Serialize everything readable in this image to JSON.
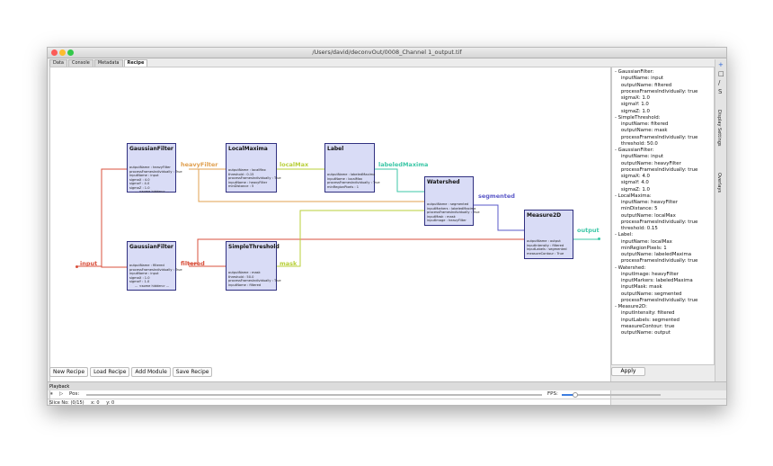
{
  "window": {
    "title": "/Users/david/deconvOut/0008_Channel 1_output.tif"
  },
  "tabs": [
    "Data",
    "Console",
    "Metadata",
    "Recipe"
  ],
  "colors": {
    "input": "#d9503c",
    "filtered": "#d9503c",
    "heavyFilter": "#e0a050",
    "localMax": "#b8cf3a",
    "mask": "#b8cf3a",
    "labeledMaxima": "#3cc7a7",
    "segmented": "#5a58c8",
    "output": "#3cc7a7"
  },
  "nodes": {
    "gf1": {
      "title": "GaussianFilter",
      "props": [
        "outputName : heavyFilter",
        "processFramesIndividually : True",
        "inputName : input",
        "sigmaX : 4.0",
        "sigmaY : 4.0",
        "sigmaZ : 1.0",
        "... <some hidden> ..."
      ]
    },
    "lm": {
      "title": "LocalMaxima",
      "props": [
        "outputName : localMax",
        "threshold : 0.15",
        "processFramesIndividually : True",
        "inputName : heavyFilter",
        "minDistance : 5"
      ]
    },
    "label": {
      "title": "Label",
      "props": [
        "outputName : labeledMaxima",
        "inputName : localMax",
        "processFramesIndividually : True",
        "minRegionPixels : 1"
      ]
    },
    "ws": {
      "title": "Watershed",
      "props": [
        "outputName : segmented",
        "inputMarkers : labeledMaxima",
        "processFramesIndividually : True",
        "inputMask : mask",
        "inputImage : heavyFilter"
      ]
    },
    "m2d": {
      "title": "Measure2D",
      "props": [
        "outputName : output",
        "inputIntensity : filtered",
        "inputLabels : segmented",
        "measureContour : True"
      ]
    },
    "gf2": {
      "title": "GaussianFilter",
      "props": [
        "outputName : filtered",
        "processFramesIndividually : True",
        "inputName : input",
        "sigmaX : 1.0",
        "sigmaY : 1.0",
        "... <some hidden> ..."
      ]
    },
    "st": {
      "title": "SimpleThreshold",
      "props": [
        "outputName : mask",
        "threshold : 50.0",
        "processFramesIndividually : True",
        "inputName : filtered"
      ]
    }
  },
  "wire_labels": {
    "input": "input",
    "filtered": "filtered",
    "heavyFilter": "heavyFilter",
    "localMax": "localMax",
    "mask": "mask",
    "labeledMaxima": "labeledMaxima",
    "segmented": "segmented",
    "output": "output"
  },
  "buttons": {
    "new": "New Recipe",
    "load": "Load Recipe",
    "add": "Add Module",
    "save": "Save Recipe"
  },
  "recipe_text": [
    "- GaussianFilter:",
    "    inputName: input",
    "    outputName: filtered",
    "    processFramesIndividually: true",
    "    sigmaX: 1.0",
    "    sigmaY: 1.0",
    "    sigmaZ: 1.0",
    "- SimpleThreshold:",
    "    inputName: filtered",
    "    outputName: mask",
    "    processFramesIndividually: true",
    "    threshold: 50.0",
    "- GaussianFilter:",
    "    inputName: input",
    "    outputName: heavyFilter",
    "    processFramesIndividually: true",
    "    sigmaX: 4.0",
    "    sigmaY: 4.0",
    "    sigmaZ: 1.0",
    "- LocalMaxima:",
    "    inputName: heavyFilter",
    "    minDistance: 5",
    "    outputName: localMax",
    "    processFramesIndividually: true",
    "    threshold: 0.15",
    "- Label:",
    "    inputName: localMax",
    "    minRegionPixels: 1",
    "    outputName: labeledMaxima",
    "    processFramesIndividually: true",
    "- Watershed:",
    "    inputImage: heavyFilter",
    "    inputMarkers: labeledMaxima",
    "    inputMask: mask",
    "    outputName: segmented",
    "    processFramesIndividually: true",
    "- Measure2D:",
    "    inputIntensity: filtered",
    "    inputLabels: segmented",
    "    measureContour: true",
    "    outputName: output"
  ],
  "apply": "Apply",
  "sidebar": {
    "display": "Display Settings",
    "overlays": "Overlays",
    "icons": [
      "plus-icon",
      "square-icon",
      "slash-icon",
      "s-curve-icon"
    ]
  },
  "playback": {
    "label": "Playback",
    "pos": "Pos:",
    "fps": "FPS:"
  },
  "status": {
    "slice": "Slice No: (0/15)",
    "x": "x: 0",
    "y": "y: 0"
  }
}
